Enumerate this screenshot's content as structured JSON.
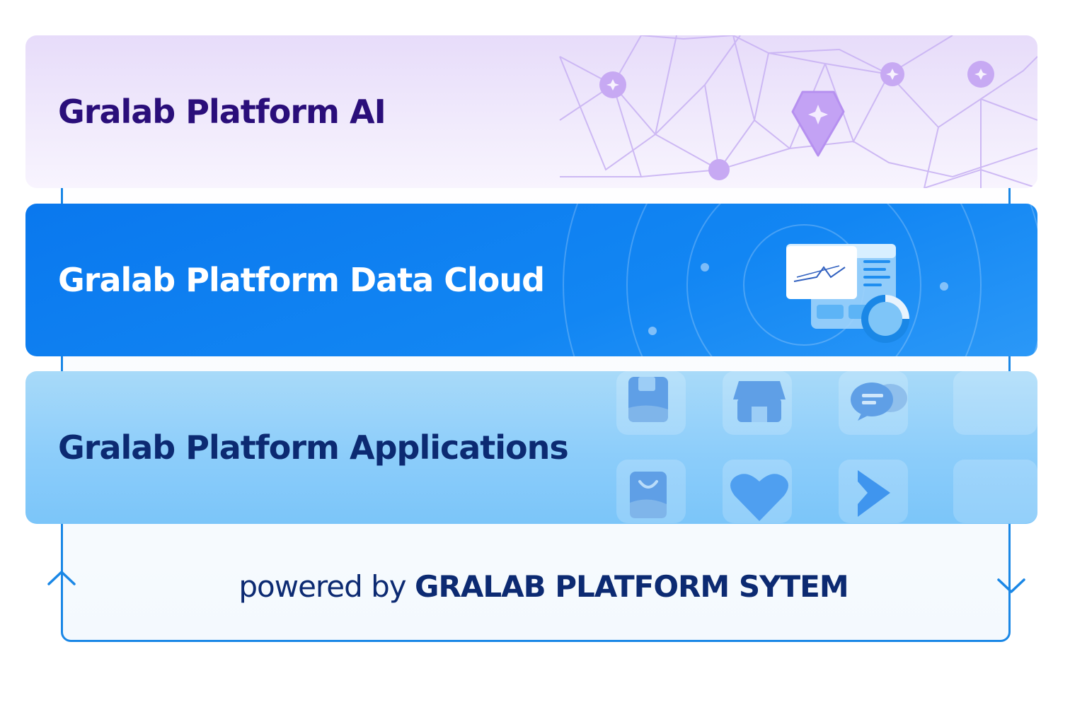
{
  "layers": [
    {
      "id": "ai",
      "title": "Gralab Platform AI",
      "color": "#2a0e7a",
      "background": "#ece3fb"
    },
    {
      "id": "data-cloud",
      "title": "Gralab Platform Data Cloud",
      "color": "#ffffff",
      "background": "#0a78ee"
    },
    {
      "id": "applications",
      "title": "Gralab Platform Applications",
      "color": "#0c2a72",
      "background": "#8ccdfa"
    }
  ],
  "footer": {
    "prefix": "powered by",
    "brand": "GRALAB PLATFORM SYTEM"
  },
  "icons": [
    "network-icon",
    "gem-icon",
    "dashboard-icon",
    "donut-chart-icon",
    "folder-icon",
    "store-icon",
    "chat-icon",
    "shopping-bag-icon",
    "heart-icon",
    "play-icon",
    "up-arrow-icon",
    "down-arrow-icon"
  ],
  "colors": {
    "frame": "#1a87e6",
    "accent_purple": "#b99af0"
  }
}
